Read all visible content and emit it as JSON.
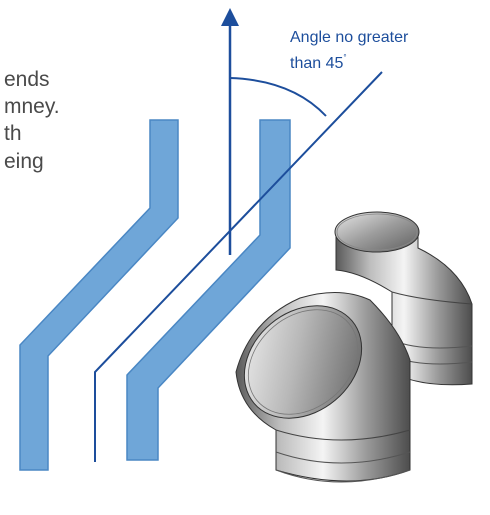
{
  "text_fragments": {
    "line1": "ends",
    "line2": "mney.",
    "line3": "th",
    "line4": "eing"
  },
  "annotation": {
    "line1": "Angle no greater",
    "line2": "than 45",
    "degree_mark": "°"
  },
  "colors": {
    "flue_fill": "#6fa6d8",
    "flue_stroke": "#4a87c4",
    "line_color": "#1d4e9c",
    "label_color": "#1d4e9c",
    "text_color": "#4a4a4a",
    "steel_dark": "#4a4a4a",
    "steel_light": "#f2f2f2"
  }
}
